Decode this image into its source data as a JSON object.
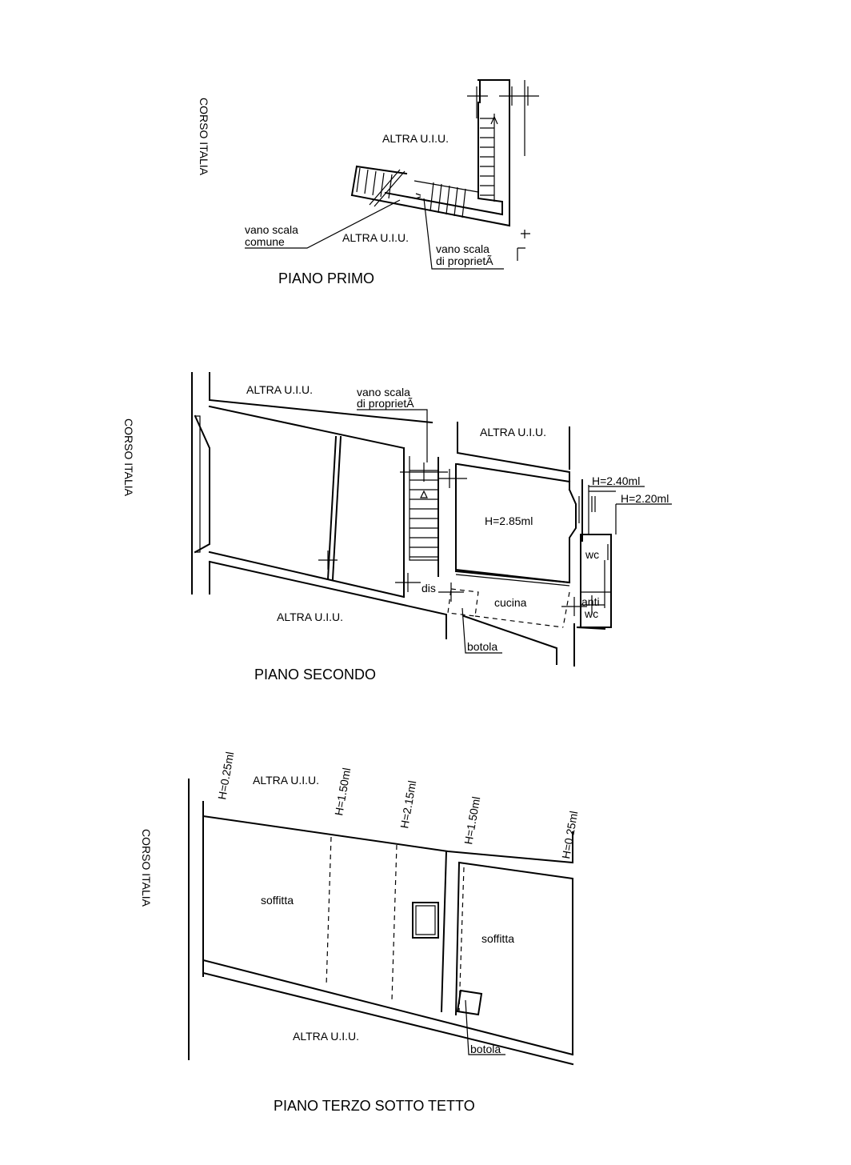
{
  "floor1": {
    "title": "PIANO PRIMO",
    "street": "CORSO ITALIA",
    "other_top": "ALTRA U.I.U.",
    "other_bottom": "ALTRA U.I.U.",
    "common_stair": [
      "vano scala",
      "comune"
    ],
    "own_stair": [
      "vano scala",
      "di proprietÃ"
    ]
  },
  "floor2": {
    "title": "PIANO SECONDO",
    "street": "CORSO ITALIA",
    "other_top_left": "ALTRA U.I.U.",
    "other_top_right": "ALTRA U.I.U.",
    "other_bottom": "ALTRA U.I.U.",
    "own_stair": [
      "vano scala",
      "di proprietÃ"
    ],
    "room_height": "H=2.85ml",
    "h_240": "H=2.40ml",
    "h_220": "H=2.20ml",
    "wc_top": "wc",
    "anti": "anti",
    "wc_bottom": "wc",
    "dis": "dis",
    "cucina": "cucina",
    "botola": "botola"
  },
  "floor3": {
    "title": "PIANO TERZO SOTTO TETTO",
    "street": "CORSO ITALIA",
    "other_top": "ALTRA U.I.U.",
    "other_bottom": "ALTRA U.I.U.",
    "heights": [
      "H=0.25ml",
      "H=1.50ml",
      "H=2.15ml",
      "H=1.50ml",
      "H=0.25ml"
    ],
    "soffitta_left": "soffitta",
    "soffitta_right": "soffitta",
    "botola": "botola"
  }
}
